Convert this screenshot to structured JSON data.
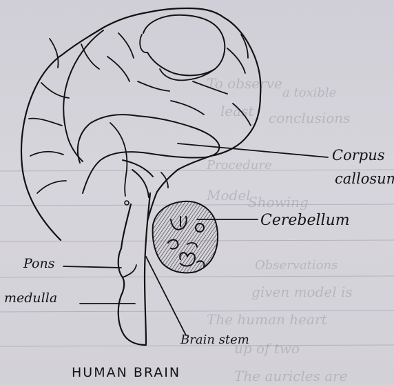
{
  "diagram": {
    "labels": {
      "corpus_callosum_line1": "Corpus",
      "corpus_callosum_line2": "callosum",
      "cerebellum": "Cerebellum",
      "pons": "Pons",
      "medulla": "medulla",
      "brain_stem": "Brain stem"
    },
    "caption": "HUMAN BRAIN"
  },
  "colors": {
    "paper": "#d4d2d9",
    "ink": "#121212",
    "shading": "#8a8590"
  }
}
